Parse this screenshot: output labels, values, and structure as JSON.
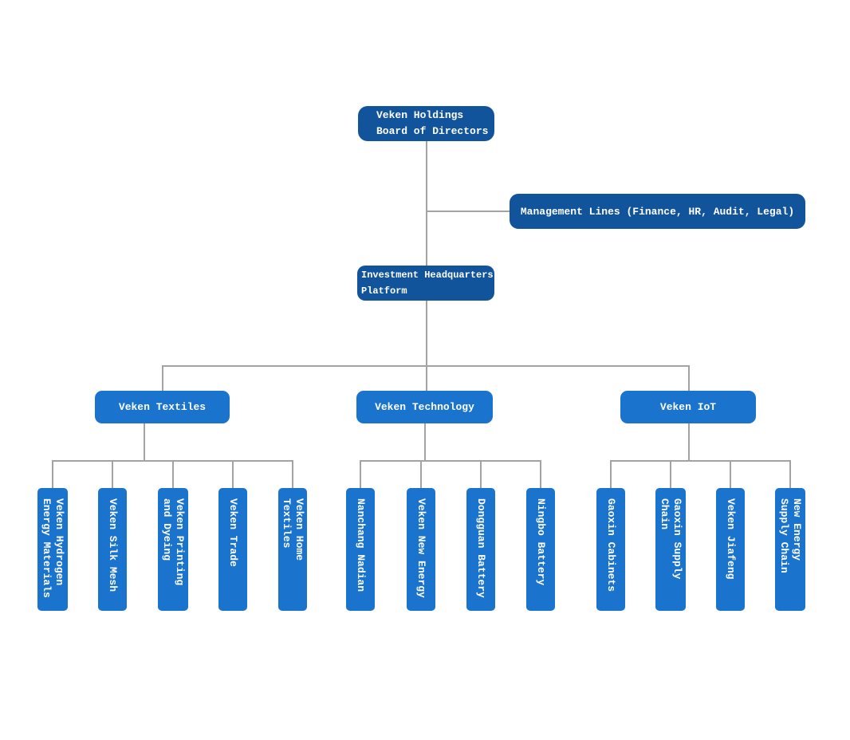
{
  "colors": {
    "node_dark": "#11549b",
    "node_bright": "#1a73cd",
    "connector": "#a3a3a3",
    "text_white": "#ffffff"
  },
  "chart": {
    "board": {
      "label": "Veken Holdings\nBoard of Directors"
    },
    "management": {
      "label": "Management Lines (Finance, HR, Audit, Legal)"
    },
    "platform": {
      "label": "Investment Headquarters\nPlatform"
    },
    "groups": [
      {
        "label": "Veken Textiles",
        "children": [
          "Veken Hydrogen\nEnergy Materials",
          "Veken Silk Mesh",
          "Veken Printing\nand Dyeing",
          "Veken Trade",
          "Veken Home Textiles"
        ]
      },
      {
        "label": "Veken Technology",
        "children": [
          "Nanchang Nadian",
          "Veken New Energy",
          "Dongguan Battery",
          "Ningbo Battery"
        ]
      },
      {
        "label": "Veken IoT",
        "children": [
          "Gaoxin Cabinets",
          "Gaoxin Supply\nChain",
          "Veken Jiafeng",
          "New Energy\nSupply Chain"
        ]
      }
    ]
  }
}
